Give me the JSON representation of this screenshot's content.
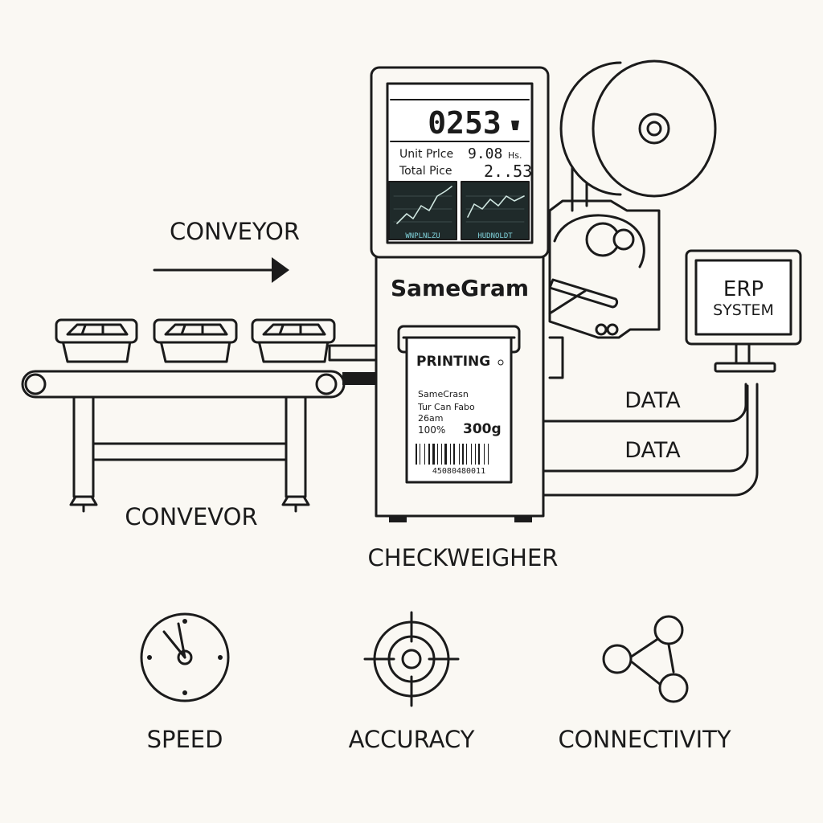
{
  "colors": {
    "ink": "#1b1b1b",
    "background": "#faf8f3",
    "screen": "#ffffff",
    "chart_bg": "#1f2a2a",
    "chart_line": "#cfe6e0",
    "chart_text": "#7fd0d8"
  },
  "labels": {
    "conveyor_top": "CONVEYOR",
    "conveyor_bottom": "CONVEVOR",
    "checkweigher": "CHECKWEIGHER",
    "data_1": "DATA",
    "data_2": "DATA"
  },
  "machine": {
    "brand": "SameGram",
    "display": {
      "reading": "0253",
      "unit_price_label": "Unit Prlce",
      "unit_price_value": "9.08",
      "unit_price_unit": "Hs.",
      "total_price_label": "Total Pice",
      "total_price_value": "2..53",
      "chart_left_caption": "WNPLNLZU",
      "chart_right_caption": "HUDNOLDT"
    },
    "label_printout": {
      "title": "PRINTING",
      "line_1": "SameCrasn",
      "line_2": "Tur Can Fabo",
      "line_3": "26am",
      "line_4": "100%",
      "weight": "300g",
      "barcode_number": "45080480011"
    }
  },
  "erp": {
    "line_1": "ERP",
    "line_2": "SYSTEM"
  },
  "features": [
    {
      "icon": "clock-icon",
      "label": "SPEED"
    },
    {
      "icon": "target-icon",
      "label": "ACCURACY"
    },
    {
      "icon": "network-icon",
      "label": "CONNECTIVITY"
    }
  ]
}
